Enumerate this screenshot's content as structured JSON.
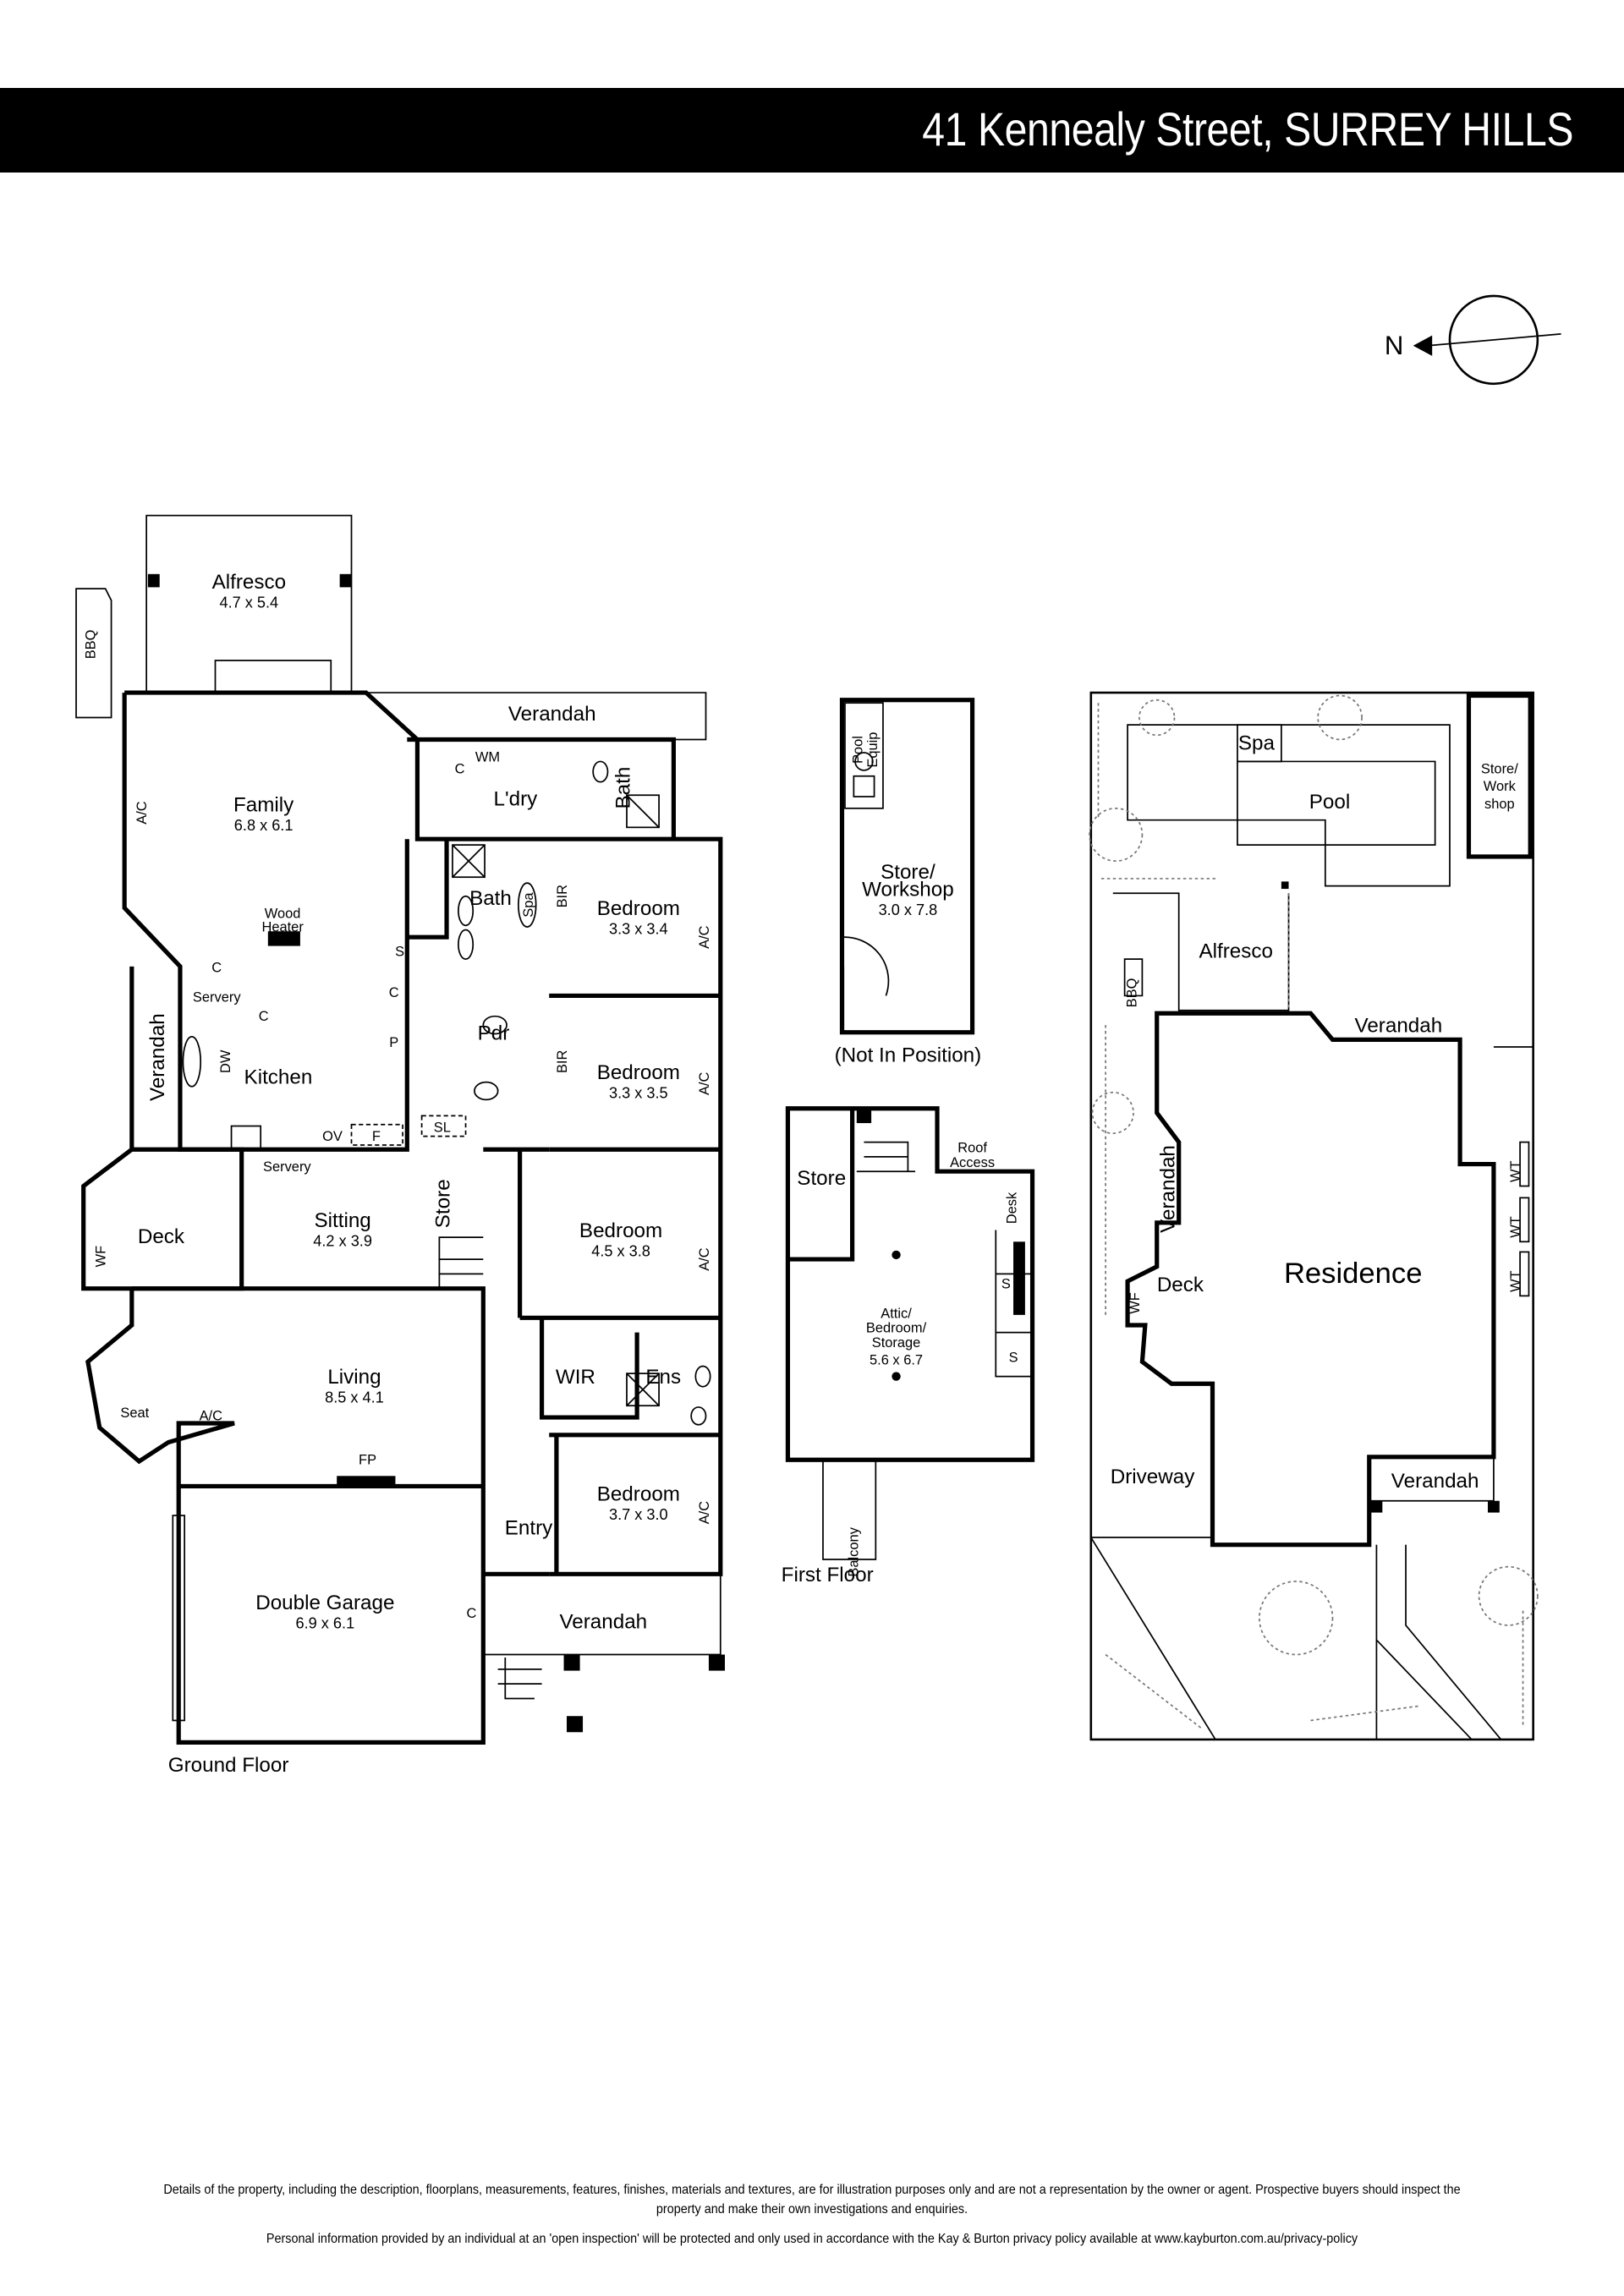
{
  "header": {
    "title": "41 Kennealy Street, SURREY HILLS"
  },
  "compass": {
    "label": "N"
  },
  "ground_floor": {
    "caption": "Ground Floor",
    "alfresco": {
      "name": "Alfresco",
      "dims": "4.7 x 5.4"
    },
    "bbq": "BBQ",
    "verandah_rear": "Verandah",
    "family": {
      "name": "Family",
      "dims": "6.8 x 6.1"
    },
    "wood_heater": [
      "Wood",
      "Heater"
    ],
    "laundry": "L'dry",
    "wm": "WM",
    "bath1": "Bath",
    "bath2": "Bath",
    "spa": "Spa",
    "bir1": "BIR",
    "bir2": "BIR",
    "bedroom1": {
      "name": "Bedroom",
      "dims": "3.3 x 3.4"
    },
    "bedroom2": {
      "name": "Bedroom",
      "dims": "3.3 x 3.5"
    },
    "bedroom3": {
      "name": "Bedroom",
      "dims": "4.5 x 3.8"
    },
    "bedroom4": {
      "name": "Bedroom",
      "dims": "3.7 x 3.0"
    },
    "pdr": "Pdr",
    "servery1": "Servery",
    "servery2": "Servery",
    "kitchen": "Kitchen",
    "verandah_side": "Verandah",
    "dw": "DW",
    "ov": "OV",
    "f": "F",
    "sl": "SL",
    "s": "S",
    "p": "P",
    "c": "C",
    "ac": "A/C",
    "wf": "WF",
    "deck": "Deck",
    "sitting": {
      "name": "Sitting",
      "dims": "4.2 x 3.9"
    },
    "store": "Store",
    "living": {
      "name": "Living",
      "dims": "8.5 x 4.1"
    },
    "seat": "Seat",
    "fp": "FP",
    "wir": "WIR",
    "ens": "Ens",
    "entry": "Entry",
    "garage": {
      "name": "Double Garage",
      "dims": "6.9 x 6.1"
    },
    "verandah_front": "Verandah"
  },
  "outbuilding": {
    "pool_equip": [
      "Pool",
      "Equip"
    ],
    "store": {
      "name": [
        "Store/",
        "Workshop"
      ],
      "dims": "3.0 x 7.8"
    },
    "note": "(Not In Position)"
  },
  "first_floor": {
    "caption": "First Floor",
    "store": "Store",
    "roof_access": [
      "Roof",
      "Access"
    ],
    "desk": "Desk",
    "s": "S",
    "attic": {
      "name": [
        "Attic/",
        "Bedroom/",
        "Storage"
      ],
      "dims": "5.6 x 6.7"
    },
    "balcony": "Balcony"
  },
  "site_plan": {
    "spa": "Spa",
    "pool": "Pool",
    "store": [
      "Store/",
      "Work",
      "shop"
    ],
    "alfresco": "Alfresco",
    "bbq": "BBQ",
    "verandah_top": "Verandah",
    "verandah_side": "Verandah",
    "residence": "Residence",
    "wt": "WT",
    "wf": "WF",
    "deck": "Deck",
    "driveway": "Driveway",
    "verandah_front": "Verandah"
  },
  "footer": {
    "disclaimer_1": "Details of the property, including the description, floorplans, measurements, features, finishes, materials and textures, are for illustration purposes only and are not a representation by the owner or agent.  Prospective buyers should inspect the",
    "disclaimer_2": "property and make their own investigations and enquiries.",
    "privacy": "Personal information provided by an individual at an 'open inspection' will be protected and only used in accordance with the Kay & Burton privacy policy available at www.kayburton.com.au/privacy-policy"
  }
}
